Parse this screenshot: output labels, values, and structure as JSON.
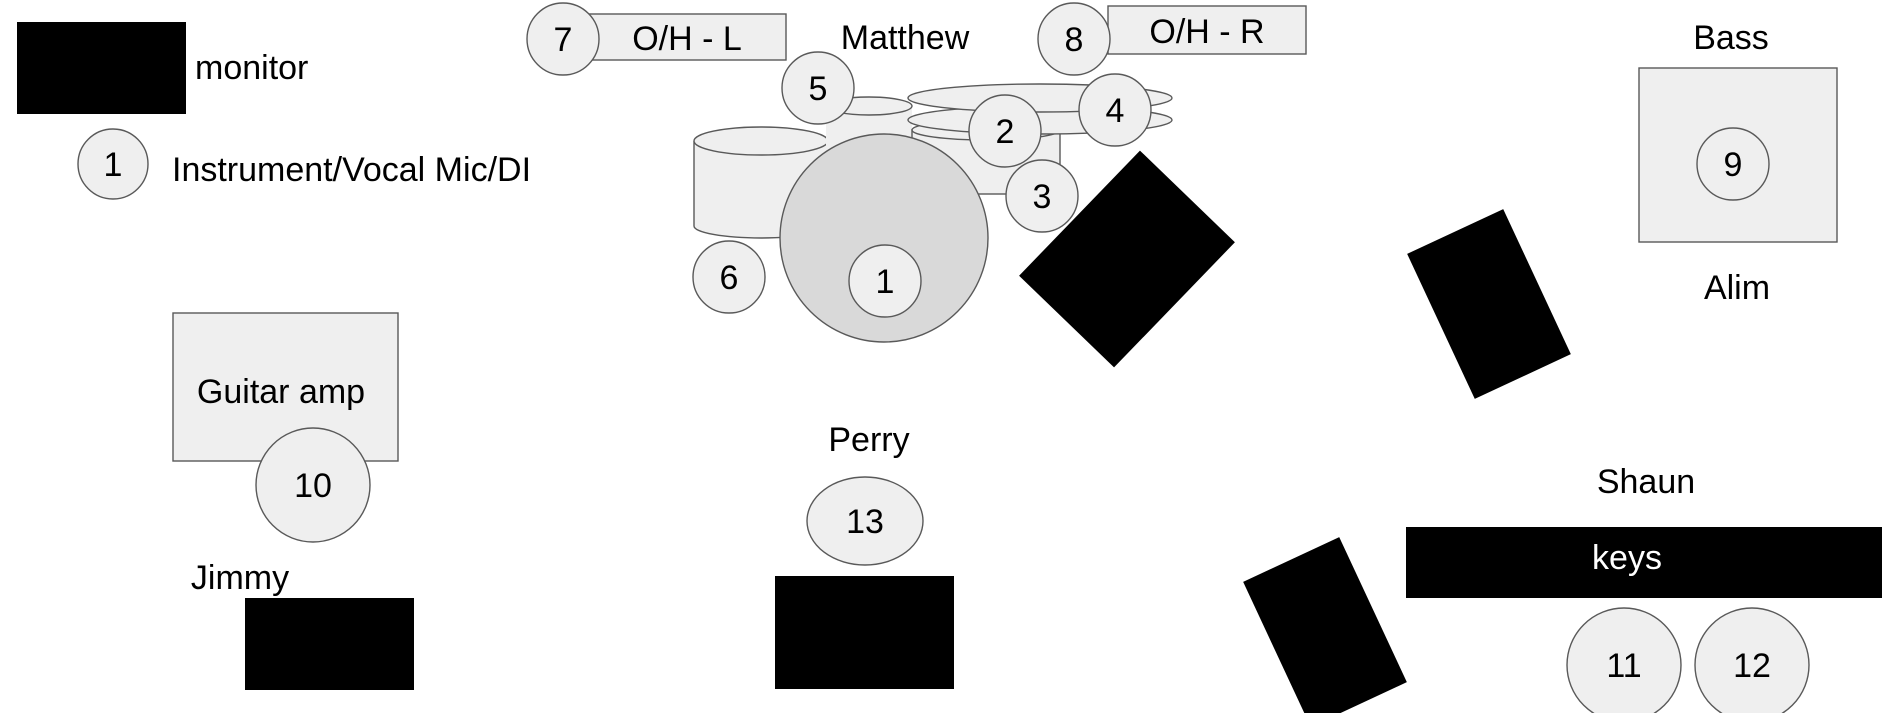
{
  "legend": {
    "monitor_label": "monitor",
    "input_sample_number": "1",
    "input_label": "Instrument/Vocal Mic/DI"
  },
  "names": {
    "drums": "Matthew",
    "bass_player": "Alim",
    "vocal": "Perry",
    "guitar": "Jimmy",
    "keys_player": "Shaun"
  },
  "labels": {
    "overhead_left": "O/H - L",
    "overhead_right": "O/H - R",
    "bass_amp": "Bass",
    "guitar_amp": "Guitar amp",
    "keys": "keys"
  },
  "inputs": {
    "kick": "1",
    "snare": "2",
    "floor_tom": "3",
    "hihat": "4",
    "rack_tom": "5",
    "floor_tom_2": "6",
    "overhead_left": "7",
    "overhead_right": "8",
    "bass_di": "9",
    "guitar_mic": "10",
    "keys_left": "11",
    "keys_right": "12",
    "vocal_mic": "13"
  },
  "colors": {
    "monitor": "#000000",
    "shape_fill": "#efefef",
    "kick_fill": "#d9d9d9",
    "outline": "#595959"
  }
}
